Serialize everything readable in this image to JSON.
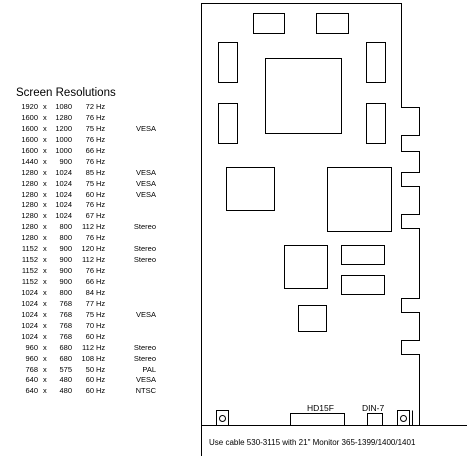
{
  "resolutions": {
    "title": "Screen Resolutions",
    "rows": [
      {
        "w": "1920",
        "x": "x",
        "h": "1080",
        "rate": "72",
        "unit": "Hz",
        "note": ""
      },
      {
        "w": "1600",
        "x": "x",
        "h": "1280",
        "rate": "76",
        "unit": "Hz",
        "note": ""
      },
      {
        "w": "1600",
        "x": "x",
        "h": "1200",
        "rate": "75",
        "unit": "Hz",
        "note": "VESA"
      },
      {
        "w": "1600",
        "x": "x",
        "h": "1000",
        "rate": "76",
        "unit": "Hz",
        "note": ""
      },
      {
        "w": "1600",
        "x": "x",
        "h": "1000",
        "rate": "66",
        "unit": "Hz",
        "note": ""
      },
      {
        "w": "1440",
        "x": "x",
        "h": "900",
        "rate": "76",
        "unit": "Hz",
        "note": ""
      },
      {
        "w": "1280",
        "x": "x",
        "h": "1024",
        "rate": "85",
        "unit": "Hz",
        "note": "VESA"
      },
      {
        "w": "1280",
        "x": "x",
        "h": "1024",
        "rate": "75",
        "unit": "Hz",
        "note": "VESA"
      },
      {
        "w": "1280",
        "x": "x",
        "h": "1024",
        "rate": "60",
        "unit": "Hz",
        "note": "VESA"
      },
      {
        "w": "1280",
        "x": "x",
        "h": "1024",
        "rate": "76",
        "unit": "Hz",
        "note": ""
      },
      {
        "w": "1280",
        "x": "x",
        "h": "1024",
        "rate": "67",
        "unit": "Hz",
        "note": ""
      },
      {
        "w": "1280",
        "x": "x",
        "h": "800",
        "rate": "112",
        "unit": "Hz",
        "note": "Stereo"
      },
      {
        "w": "1280",
        "x": "x",
        "h": "800",
        "rate": "76",
        "unit": "Hz",
        "note": ""
      },
      {
        "w": "1152",
        "x": "x",
        "h": "900",
        "rate": "120",
        "unit": "Hz",
        "note": "Stereo"
      },
      {
        "w": "1152",
        "x": "x",
        "h": "900",
        "rate": "112",
        "unit": "Hz",
        "note": "Stereo"
      },
      {
        "w": "1152",
        "x": "x",
        "h": "900",
        "rate": "76",
        "unit": "Hz",
        "note": ""
      },
      {
        "w": "1152",
        "x": "x",
        "h": "900",
        "rate": "66",
        "unit": "Hz",
        "note": ""
      },
      {
        "w": "1024",
        "x": "x",
        "h": "800",
        "rate": "84",
        "unit": "Hz",
        "note": ""
      },
      {
        "w": "1024",
        "x": "x",
        "h": "768",
        "rate": "77",
        "unit": "Hz",
        "note": ""
      },
      {
        "w": "1024",
        "x": "x",
        "h": "768",
        "rate": "75",
        "unit": "Hz",
        "note": "VESA"
      },
      {
        "w": "1024",
        "x": "x",
        "h": "768",
        "rate": "70",
        "unit": "Hz",
        "note": ""
      },
      {
        "w": "1024",
        "x": "x",
        "h": "768",
        "rate": "60",
        "unit": "Hz",
        "note": ""
      },
      {
        "w": "960",
        "x": "x",
        "h": "680",
        "rate": "112",
        "unit": "Hz",
        "note": "Stereo"
      },
      {
        "w": "960",
        "x": "x",
        "h": "680",
        "rate": "108",
        "unit": "Hz",
        "note": "Stereo"
      },
      {
        "w": "768",
        "x": "x",
        "h": "575",
        "rate": "50",
        "unit": "Hz",
        "note": "PAL"
      },
      {
        "w": "640",
        "x": "x",
        "h": "480",
        "rate": "60",
        "unit": "Hz",
        "note": "VESA"
      },
      {
        "w": "640",
        "x": "x",
        "h": "480",
        "rate": "60",
        "unit": "Hz",
        "note": "NTSC"
      }
    ]
  },
  "board": {
    "connector_hd15f": "HD15F",
    "connector_din7": "DIN-7",
    "caption": "Use  cable  530-3115  with  21\"  Monitor  365-1399/1400/1401"
  }
}
